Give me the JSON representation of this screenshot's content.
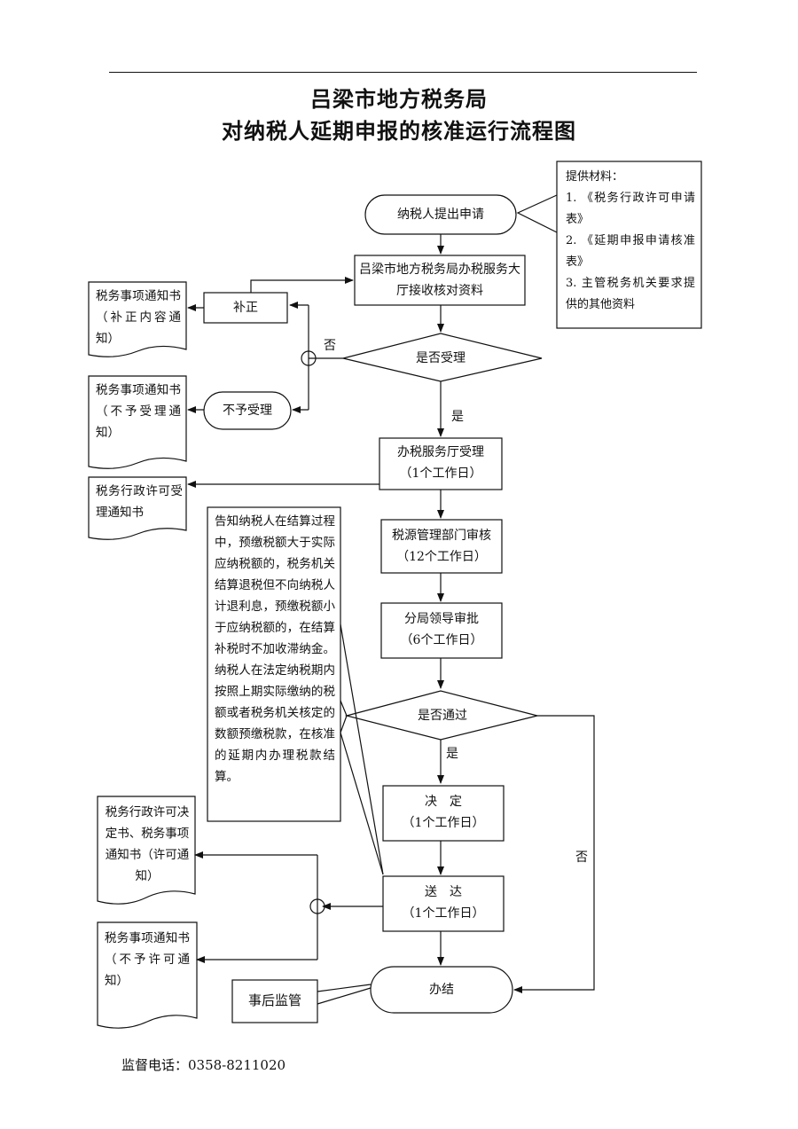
{
  "title": {
    "line1": "吕梁市地方税务局",
    "line2": "对纳税人延期申报的核准运行流程图"
  },
  "materials": {
    "heading": "提供材料：",
    "items": [
      "1. 《税务行政许可申请表》",
      "2. 《延期申报申请核准表》",
      "3. 主管税务机关要求提供的其他资料"
    ]
  },
  "nodes": {
    "apply": "纳税人提出申请",
    "receive": "吕梁市地方税务局办税服务大厅接收核对资料",
    "accept_q": "是否受理",
    "correct": "补正",
    "reject": "不予受理",
    "hall_accept": "办税服务厅受理",
    "hall_accept_time": "（1个工作日）",
    "review": "税源管理部门审核",
    "review_time": "（12个工作日）",
    "approve": "分局领导审批",
    "approve_time": "（6个工作日）",
    "pass_q": "是否通过",
    "decide": "决　定",
    "decide_time": "（1个工作日）",
    "deliver": "送　达",
    "deliver_time": "（1个工作日）",
    "done": "办结",
    "supervise": "事后监管"
  },
  "docs": {
    "correct_notice": "税务事项通知书（补正内容通知）",
    "reject_notice": "税务事项通知书（不予受理通知）",
    "accept_notice": "税务行政许可受理通知书",
    "permit_notice": "税务行政许可决定书、税务事项通知书（许可通知）",
    "deny_notice": "税务事项通知书（不予许可通知）"
  },
  "edges": {
    "no1": "否",
    "yes1": "是",
    "yes2": "是",
    "no2": "否"
  },
  "note": "告知纳税人在结算过程中，预缴税额大于实际应纳税额的，税务机关结算退税但不向纳税人计退利息，预缴税额小于应纳税额的，在结算补税时不加收滞纳金。纳税人在法定纳税期内按照上期实际缴纳的税额或者税务机关核定的数额预缴税款，在核准的延期内办理税款结算。",
  "footer": "监督电话：0358-8211020"
}
